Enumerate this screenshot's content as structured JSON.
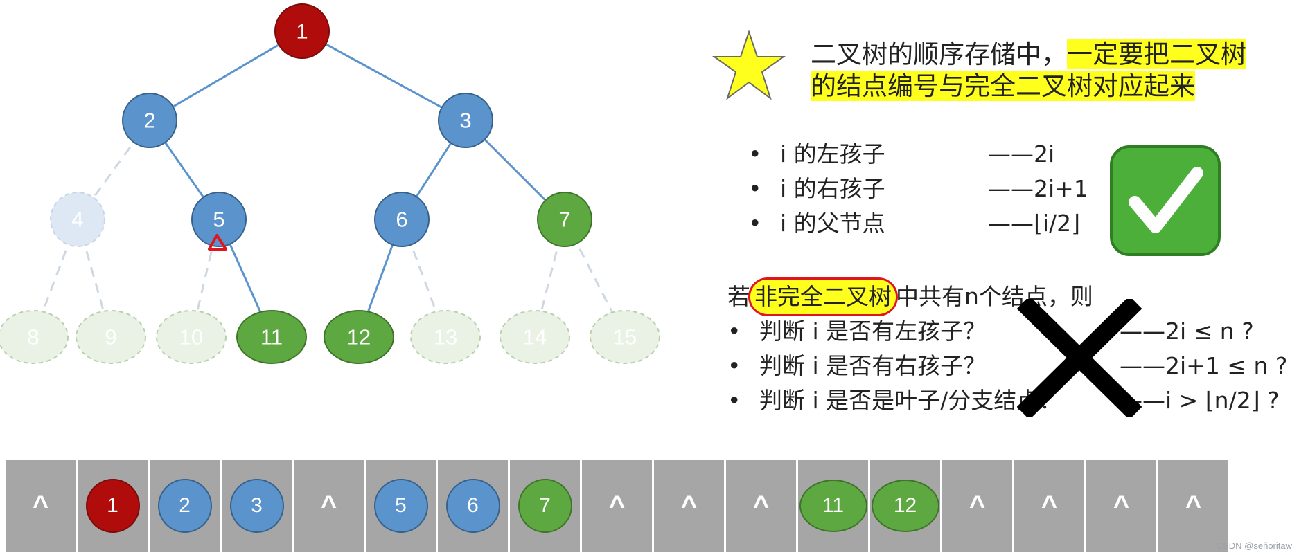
{
  "colors": {
    "root": "#b00c0c",
    "blue": "#5b93cc",
    "green": "#5ea841",
    "edge": "#5b93cc",
    "faded_blue": "#dde8f4",
    "faded_green": "#e9f2e4",
    "highlight": "#ffff1e",
    "annotation": "#e0161e"
  },
  "tree": {
    "nodes": [
      {
        "label": "1",
        "style": "root"
      },
      {
        "label": "2",
        "style": "blue"
      },
      {
        "label": "3",
        "style": "blue"
      },
      {
        "label": "4",
        "style": "faded-blue"
      },
      {
        "label": "5",
        "style": "blue"
      },
      {
        "label": "6",
        "style": "blue"
      },
      {
        "label": "7",
        "style": "green"
      },
      {
        "label": "8",
        "style": "faded-green"
      },
      {
        "label": "9",
        "style": "faded-green"
      },
      {
        "label": "10",
        "style": "faded-green"
      },
      {
        "label": "11",
        "style": "green"
      },
      {
        "label": "12",
        "style": "green"
      },
      {
        "label": "13",
        "style": "faded-green"
      },
      {
        "label": "14",
        "style": "faded-green"
      },
      {
        "label": "15",
        "style": "faded-green"
      }
    ],
    "edges": [
      {
        "from": "1",
        "to": "2",
        "style": "solid"
      },
      {
        "from": "1",
        "to": "3",
        "style": "solid"
      },
      {
        "from": "2",
        "to": "4",
        "style": "dashed"
      },
      {
        "from": "2",
        "to": "5",
        "style": "solid"
      },
      {
        "from": "3",
        "to": "6",
        "style": "solid"
      },
      {
        "from": "3",
        "to": "7",
        "style": "solid"
      },
      {
        "from": "4",
        "to": "8",
        "style": "dashed"
      },
      {
        "from": "4",
        "to": "9",
        "style": "dashed"
      },
      {
        "from": "5",
        "to": "10",
        "style": "dashed"
      },
      {
        "from": "5",
        "to": "11",
        "style": "solid"
      },
      {
        "from": "6",
        "to": "12",
        "style": "solid"
      },
      {
        "from": "6",
        "to": "13",
        "style": "dashed"
      },
      {
        "from": "7",
        "to": "14",
        "style": "dashed"
      },
      {
        "from": "7",
        "to": "15",
        "style": "dashed"
      }
    ]
  },
  "statement": {
    "part1": "二叉树的顺序存储中，",
    "part2": "一定要把二叉树的结点编号与完全二叉树对应起来"
  },
  "rules": [
    {
      "text": "i 的左孩子",
      "value": "——2i"
    },
    {
      "text": "i 的右孩子",
      "value": "——2i+1"
    },
    {
      "text": "i 的父节点",
      "value": "——⌊i/2⌋"
    }
  ],
  "condition": {
    "prefix": "若",
    "highlight": "非完全二叉树",
    "suffix": "中共有n个结点，则",
    "items": [
      {
        "text": "判断 i 是否有左孩子？",
        "value": "——2i ≤ n ?"
      },
      {
        "text": "判断 i 是否有右孩子？",
        "value": "——2i+1 ≤ n ?"
      },
      {
        "text": "判断 i 是否是叶子/分支结点？",
        "value": "——i > ⌊n/2⌋ ?"
      }
    ]
  },
  "array": {
    "cells": [
      {
        "value": "^",
        "style": "empty"
      },
      {
        "value": "1",
        "style": "root"
      },
      {
        "value": "2",
        "style": "blue"
      },
      {
        "value": "3",
        "style": "blue"
      },
      {
        "value": "^",
        "style": "empty"
      },
      {
        "value": "5",
        "style": "blue"
      },
      {
        "value": "6",
        "style": "blue"
      },
      {
        "value": "7",
        "style": "green"
      },
      {
        "value": "^",
        "style": "empty"
      },
      {
        "value": "^",
        "style": "empty"
      },
      {
        "value": "^",
        "style": "empty"
      },
      {
        "value": "11",
        "style": "green-wide"
      },
      {
        "value": "12",
        "style": "green-wide"
      },
      {
        "value": "^",
        "style": "empty"
      },
      {
        "value": "^",
        "style": "empty"
      },
      {
        "value": "^",
        "style": "empty"
      },
      {
        "value": "^",
        "style": "empty"
      }
    ]
  },
  "icons": {
    "star": "star-icon",
    "check": "check-mark-icon",
    "cross": "cross-mark-icon"
  },
  "watermark": "CSDN @señoritaw"
}
